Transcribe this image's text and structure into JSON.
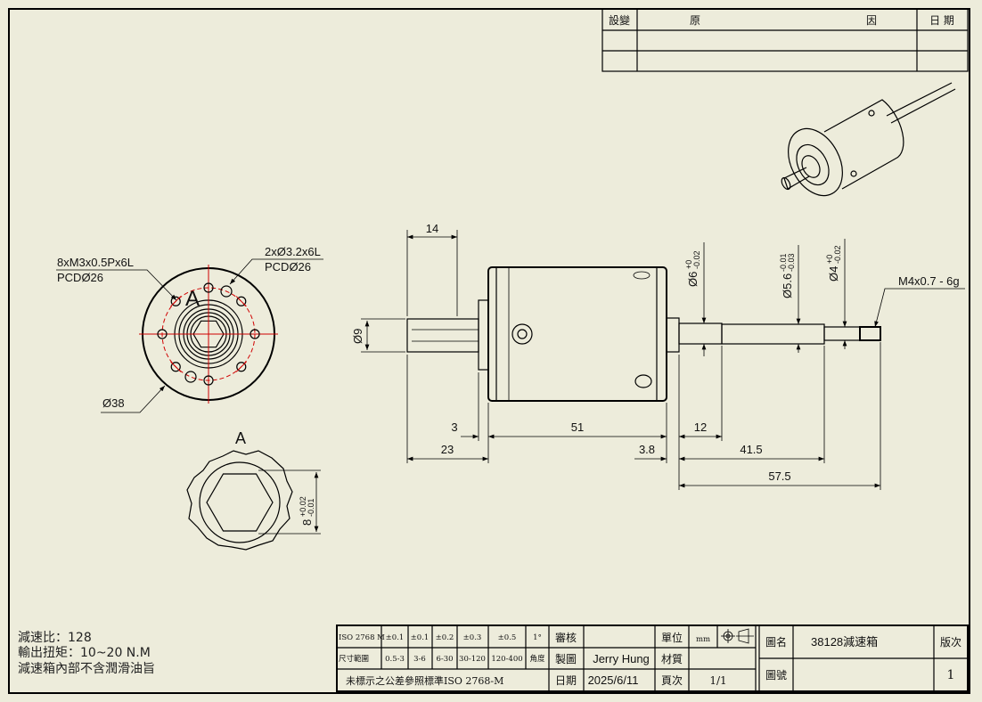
{
  "revision_table": {
    "headers": [
      "設變",
      "原",
      "因",
      "日 期"
    ]
  },
  "notes": [
    "減速比：128",
    "輸出扭矩：10~20 N.M",
    "減速箱內部不含潤滑油旨"
  ],
  "front_view": {
    "tap_holes": "8xM3x0.5Px6L",
    "tap_pcd": "PCDØ26",
    "pin_holes": "2xØ3.2x6L",
    "pin_pcd": "PCDØ26",
    "outer_dia": "Ø38",
    "section_label": "A"
  },
  "detail_view": {
    "label": "A",
    "hex_dim": "8",
    "hex_tol_upper": "+0.02",
    "hex_tol_lower": "-0.01"
  },
  "side_view": {
    "dims": {
      "d14": "14",
      "d9": "Ø9",
      "d3": "3",
      "d23": "23",
      "d51": "51",
      "d3_8": "3.8",
      "d12": "12",
      "d41_5": "41.5",
      "d57_5": "57.5"
    },
    "dia6": "Ø6",
    "dia6_tol_u": "+0",
    "dia6_tol_l": "-0.02",
    "dia5_6": "Ø5.6",
    "dia5_6_tol_u": "-0.01",
    "dia5_6_tol_l": "-0.03",
    "dia4": "Ø4",
    "dia4_tol_u": "+0",
    "dia4_tol_l": "-0.02",
    "thread": "M4x0.7 - 6g"
  },
  "title_block": {
    "tol_row1": [
      "ISO 2768 M",
      "±0.1",
      "±0.1",
      "±0.2",
      "±0.3",
      "±0.5",
      "1°"
    ],
    "tol_row2": [
      "尺寸範圍",
      "0.5-3",
      "3-6",
      "6-30",
      "30-120",
      "120-400",
      "角度"
    ],
    "tol_note": "未標示之公差參照標準ISO 2768-M",
    "review_label": "審核",
    "review_value": "",
    "drawn_label": "製圖",
    "drawn_value": "Jerry Hung",
    "date_label": "日期",
    "date_value": "2025/6/11",
    "unit_label": "單位",
    "unit_value": "mm",
    "material_label": "材質",
    "material_value": "",
    "page_label": "頁次",
    "page_value": "1/1",
    "name_label": "圖名",
    "name_value": "38128減速箱",
    "number_label": "圖號",
    "number_value": "",
    "version_label": "版次",
    "version_value": "1"
  }
}
